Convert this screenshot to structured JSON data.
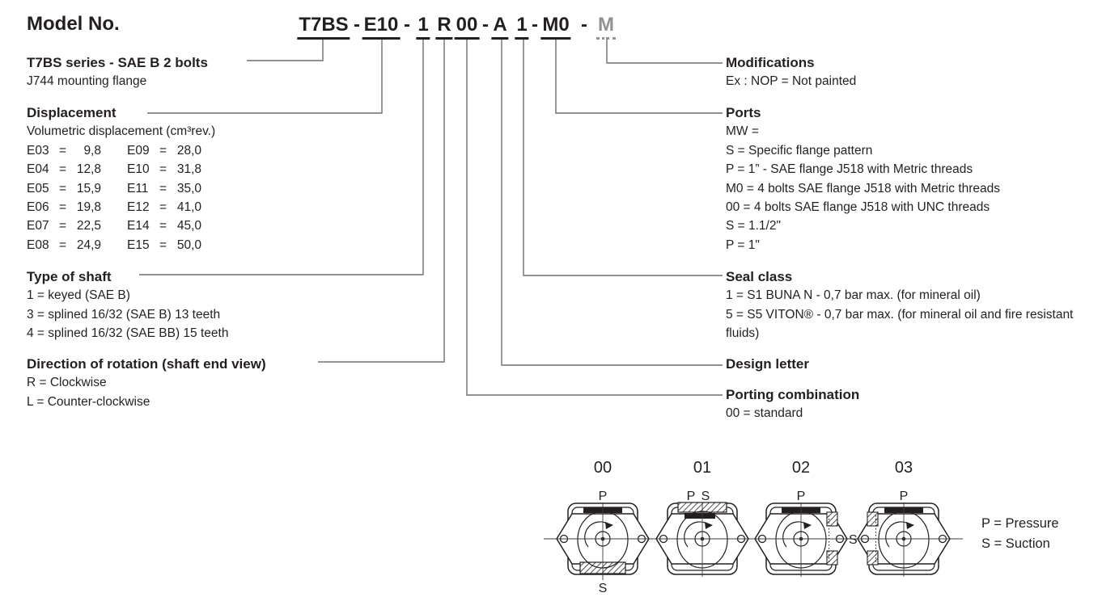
{
  "title": "Model No.",
  "model_code": {
    "separator": "-",
    "segments": [
      {
        "text": "T7BS"
      },
      {
        "text": "E10"
      },
      {
        "text": "1"
      },
      {
        "text": "R"
      },
      {
        "text": "00"
      },
      {
        "text": "A"
      },
      {
        "text": "1"
      },
      {
        "text": "M0"
      },
      {
        "text": "M"
      }
    ]
  },
  "sections": {
    "series": {
      "heading": "T7BS series - SAE B 2 bolts",
      "body": "J744 mounting flange"
    },
    "displacement": {
      "heading": "Displacement",
      "subheading": "Volumetric displacement (cm³rev.)",
      "rows": [
        {
          "code1": "E03",
          "val1": "9,8",
          "code2": "E09",
          "val2": "28,0"
        },
        {
          "code1": "E04",
          "val1": "12,8",
          "code2": "E10",
          "val2": "31,8"
        },
        {
          "code1": "E05",
          "val1": "15,9",
          "code2": "E11",
          "val2": "35,0"
        },
        {
          "code1": "E06",
          "val1": "19,8",
          "code2": "E12",
          "val2": "41,0"
        },
        {
          "code1": "E07",
          "val1": "22,5",
          "code2": "E14",
          "val2": "45,0"
        },
        {
          "code1": "E08",
          "val1": "24,9",
          "code2": "E15",
          "val2": "50,0"
        }
      ],
      "equals": "="
    },
    "shaft": {
      "heading": "Type of shaft",
      "items": [
        "1 = keyed (SAE B)",
        "3 = splined 16/32 (SAE B) 13 teeth",
        "4 = splined 16/32 (SAE BB) 15 teeth"
      ]
    },
    "rotation": {
      "heading": "Direction of rotation (shaft end view)",
      "items": [
        "R = Clockwise",
        "L = Counter-clockwise"
      ]
    },
    "modifications": {
      "heading": "Modifications",
      "body": "Ex : NOP = Not painted"
    },
    "ports": {
      "heading": "Ports",
      "items": [
        "MW =",
        "S = Specific flange pattern",
        "P = 1” - SAE flange J518 with Metric threads",
        "M0 = 4 bolts SAE flange J518 with Metric threads",
        "00 = 4 bolts SAE flange J518 with UNC threads",
        "S = 1.1/2\"",
        "P = 1\""
      ]
    },
    "seal": {
      "heading": "Seal class",
      "items": [
        "1 = S1 BUNA N - 0,7 bar max. (for mineral oil)",
        "5 = S5 VITON® - 0,7 bar max. (for mineral oil and fire resistant fluids)"
      ]
    },
    "design": {
      "heading": "Design letter"
    },
    "porting": {
      "heading": "Porting combination",
      "body": "00 = standard"
    }
  },
  "diagrams": {
    "variants": [
      {
        "id": "00",
        "top_label": "P",
        "bottom_label": "S",
        "p_port": "top",
        "s_port": "bottom"
      },
      {
        "id": "01",
        "top_label": "P S",
        "p_port": "top",
        "s_port": "top"
      },
      {
        "id": "02",
        "top_label": "P",
        "side_label": "S",
        "p_port": "top",
        "s_port": "right"
      },
      {
        "id": "03",
        "top_label": "P",
        "p_port": "top",
        "s_port": "left"
      }
    ],
    "legend": [
      "P = Pressure",
      "S = Suction"
    ]
  }
}
